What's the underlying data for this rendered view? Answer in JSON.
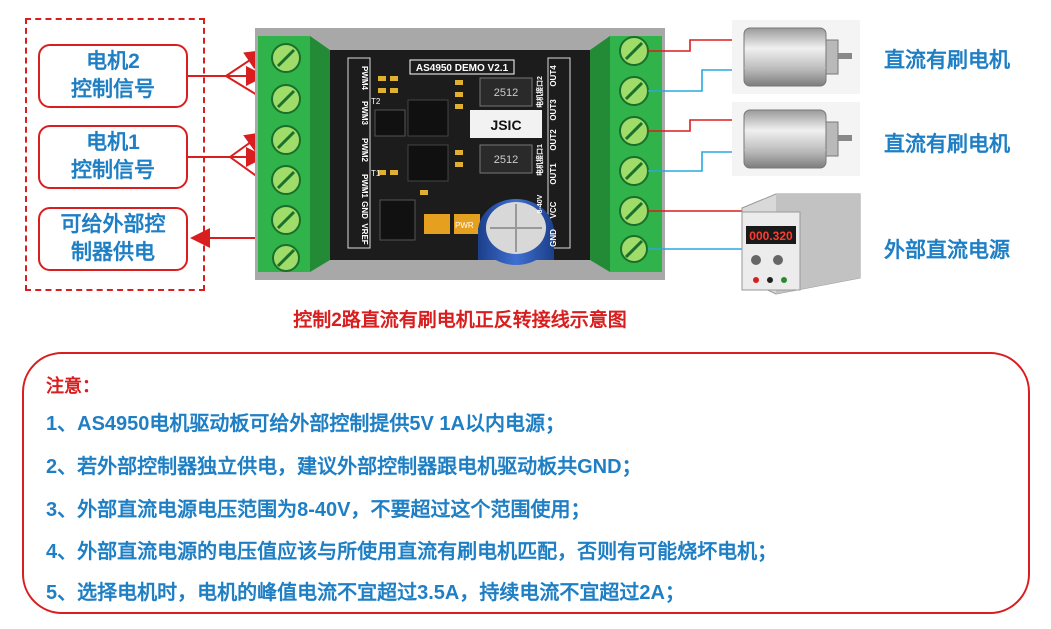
{
  "left_labels": [
    {
      "line1": "电机2",
      "line2": "控制信号"
    },
    {
      "line1": "电机1",
      "line2": "控制信号"
    },
    {
      "line1": "可给外部控",
      "line2": "制器供电"
    }
  ],
  "board": {
    "title": "AS4950 DEMO V2.1",
    "brand": "JSIC",
    "resistor_marking": "2512",
    "left_pins": [
      "PWM4",
      "PWM3",
      "PWM2",
      "PWM1",
      "GND",
      "VREF"
    ],
    "right_pins": [
      "OUT4",
      "OUT3",
      "OUT2",
      "OUT1",
      "VCC",
      "GND"
    ],
    "motor2_port": "电机接口2",
    "motor1_port": "电机接口1",
    "voltage_range": "8-40V",
    "pwr_label": "PWR",
    "t1": "T1",
    "t2": "T2"
  },
  "right_labels": [
    "直流有刷电机",
    "直流有刷电机",
    "外部直流电源"
  ],
  "psu_display": "000.320",
  "caption": "控制2路直流有刷电机正反转接线示意图",
  "notes": {
    "title": "注意：",
    "items": [
      "1、AS4950电机驱动板可给外部控制提供5V 1A以内电源；",
      "2、若外部控制器独立供电，建议外部控制器跟电机驱动板共GND；",
      "3、外部直流电源电压范围为8-40V，不要超过这个范围使用；",
      "4、外部直流电源的电压值应该与所使用直流有刷电机匹配，否则有可能烧坏电机；",
      "5、选择电机时，电机的峰值电流不宜超过3.5A，持续电流不宜超过2A；"
    ]
  },
  "colors": {
    "red": "#d81e1e",
    "blue": "#1f7fc4",
    "terminal_green": "#2fb34a",
    "board_black": "#1c1c1c"
  }
}
